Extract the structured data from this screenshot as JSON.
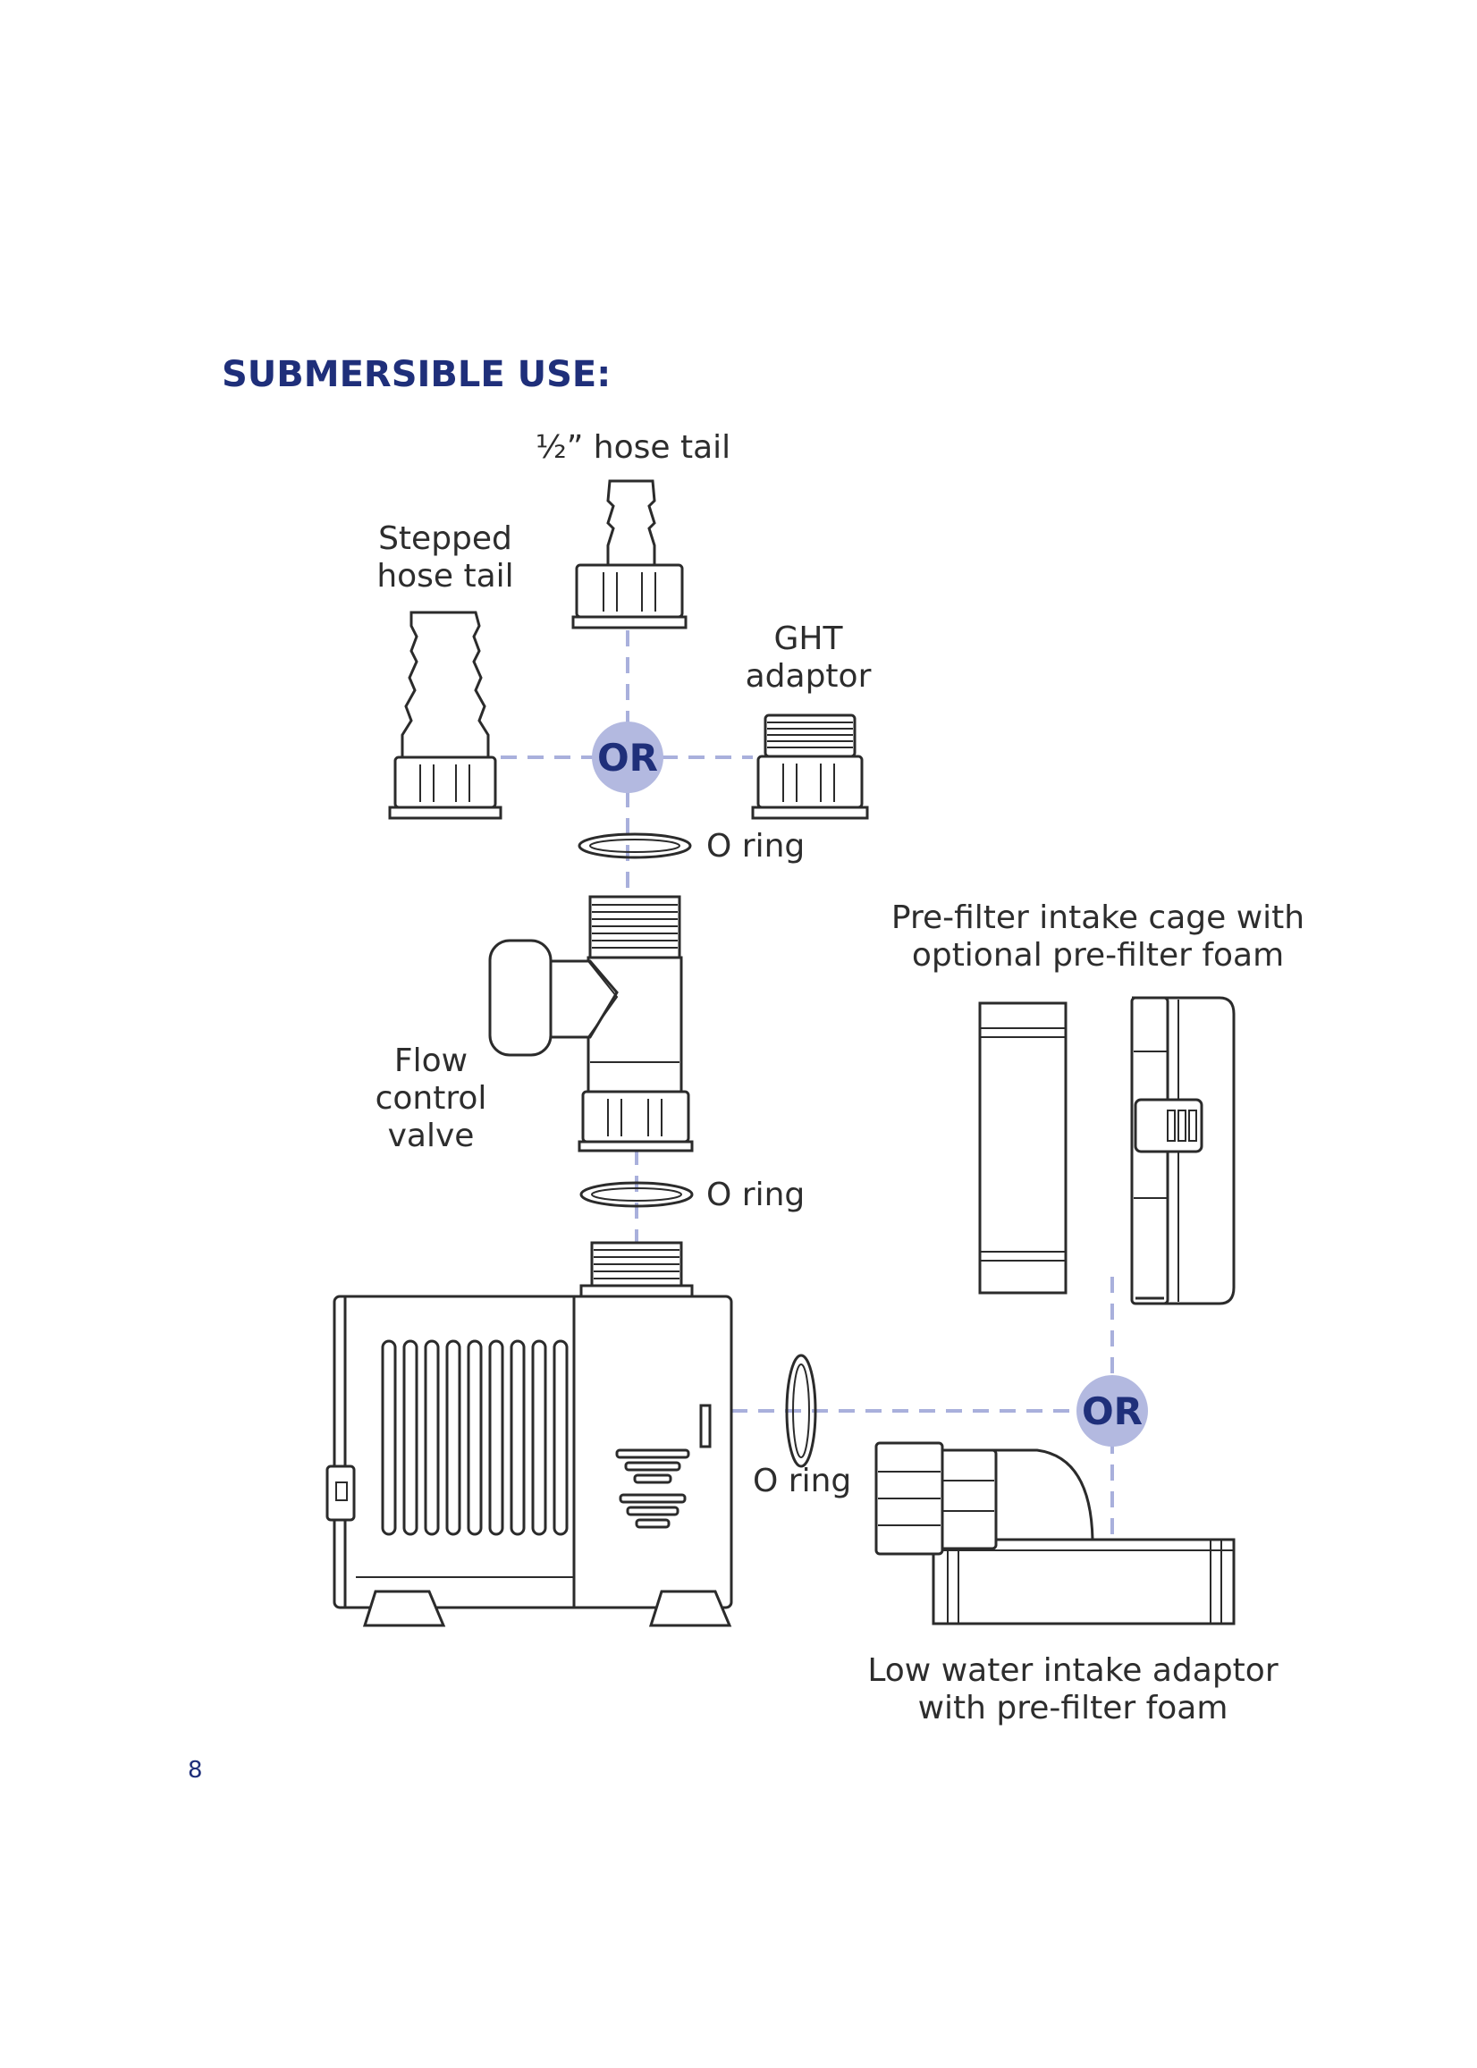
{
  "title": "SUBMERSIBLE USE:",
  "page_number": "8",
  "labels": {
    "half_hose_tail": "½” hose tail",
    "stepped_l1": "Stepped",
    "stepped_l2": "hose tail",
    "ght_l1": "GHT",
    "ght_l2": "adaptor",
    "oring_top": "O ring",
    "oring_mid": "O ring",
    "oring_side": "O ring",
    "flow_l1": "Flow",
    "flow_l2": "control",
    "flow_l3": "valve",
    "prefilter_l1": "Pre-filter intake cage with",
    "prefilter_l2": "optional pre-filter foam",
    "lowwater_l1": "Low water intake adaptor",
    "lowwater_l2": "with pre-filter foam"
  },
  "or_badges": [
    "OR",
    "OR"
  ],
  "colors": {
    "title": "#1f2f7a",
    "or_circle": "#b3b9e0",
    "dashed_line": "#a9b0dc",
    "outline": "#2b2b2b"
  }
}
